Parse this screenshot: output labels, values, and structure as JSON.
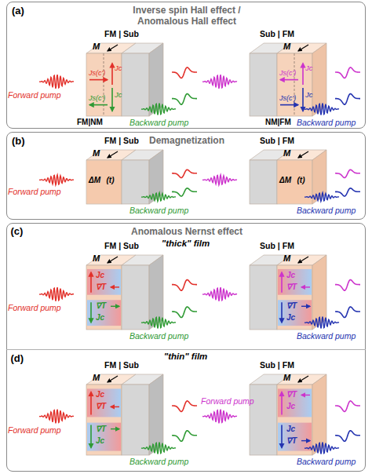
{
  "diagram": {
    "nodes": [
      {
        "text": [
          "(a)",
          "Inverse spin Hall effect / Anomalous Hall effect"
        ]
      },
      {
        "text": [
          "(b)",
          "Demagnetization"
        ]
      },
      {
        "text": [
          "Anomalous Nernst effect"
        ]
      },
      {
        "text": [
          "(c)",
          "\"thick\" film"
        ],
        "in": 2
      },
      {
        "text": [
          "(d)",
          "\"thin\" film"
        ],
        "in": 2
      }
    ],
    "labels": [
      "FM | Sub",
      "M⃗",
      "Js(c')",
      "Jc",
      "Js(c')",
      "Jc",
      "FM|NM",
      "Forward pump",
      "Backward pump",
      "Sub | FM",
      "M⃗",
      "Js(c')",
      "Jc",
      "Jc",
      "Js(c')",
      "NM|FM",
      "Backward pump",
      "FM | Sub",
      "M⃗",
      "ΔM⃗(t)",
      "Forward pump",
      "Backward pump",
      "Sub | FM",
      "M⃗",
      "ΔM⃗(t)",
      "Backward pump",
      "FM | Sub",
      "M⃗",
      "Jc",
      "∇T",
      "∇T",
      "Jc",
      "Forward pump",
      "Backward pump",
      "Sub | FM",
      "M⃗",
      "Jc",
      "∇T",
      "∇T",
      "Jc",
      "Backward pump",
      "FM | Sub",
      "M⃗",
      "Jc",
      "∇T",
      "∇T",
      "Jc",
      "Forward pump",
      "Backward pump",
      "Sub | FM",
      "M⃗",
      "∇T",
      "Jc",
      "Jc",
      "∇T",
      "Forward pump",
      "Backward pump"
    ]
  }
}
